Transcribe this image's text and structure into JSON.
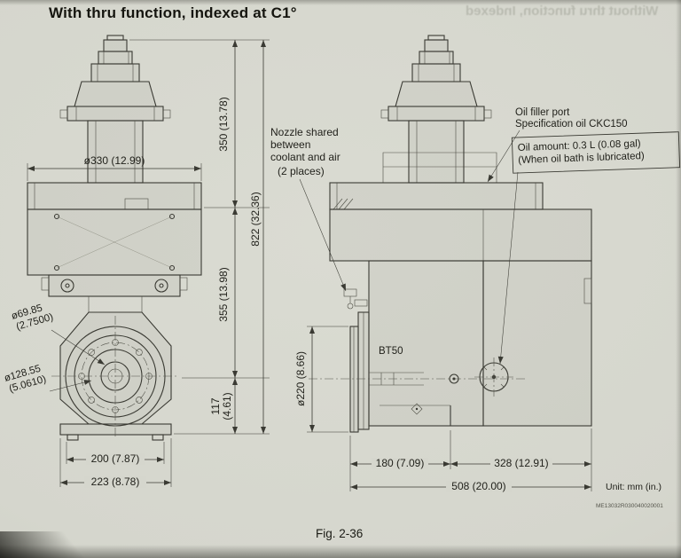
{
  "page": {
    "title": "With thru function, indexed at C1°",
    "bleedthrough": "Without thru function, Indexed",
    "figure_caption": "Fig. 2-36",
    "unit_note": "Unit: mm (in.)",
    "doc_code": "ME13032R030040020001",
    "colors": {
      "paper": "#d5d6cd",
      "ink": "#3a3a33"
    }
  },
  "front_view": {
    "dim_dia330": "ø330 (12.99)",
    "dim_350": "350 (13.78)",
    "dim_822": "822 (32.36)",
    "dim_355": "355 (13.98)",
    "dim_117_value": "117",
    "dim_117_inch": "(4.61)",
    "dim_dia69_value": "ø69.85",
    "dim_dia69_inch": "(2.7500)",
    "dim_dia128_value": "ø128.55",
    "dim_dia128_inch": "(5.0610)",
    "dim_200": "200 (7.87)",
    "dim_223": "223 (8.78)"
  },
  "side_view": {
    "dim_dia220": "ø220 (8.66)",
    "dim_180": "180 (7.09)",
    "dim_328": "328 (12.91)",
    "dim_508": "508 (20.00)",
    "spindle_taper_label": "BT50"
  },
  "annotations": {
    "nozzle_line1": "Nozzle shared",
    "nozzle_line2": "between",
    "nozzle_line3": "coolant and air",
    "nozzle_line4": "(2 places)",
    "oil_filler_line1": "Oil filler port",
    "oil_filler_line2": "Specification oil CKC150",
    "oil_amount_line1": "Oil amount: 0.3 L (0.08 gal)",
    "oil_amount_line2": "(When oil bath is lubricated)"
  }
}
